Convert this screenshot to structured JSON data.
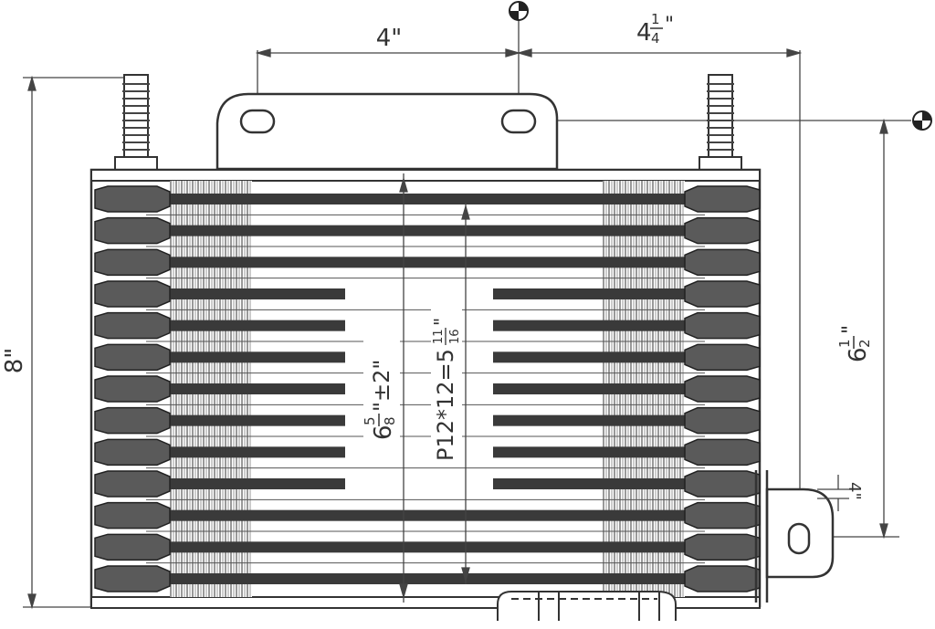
{
  "dimensions": {
    "top_left": "4\"",
    "top_right_whole": "4",
    "top_right_num": "1",
    "top_right_den": "4",
    "top_right_unit": "\"",
    "overall_height": "8\"",
    "right_height_whole": "6",
    "right_height_num": "1",
    "right_height_den": "2",
    "right_height_unit": "\"",
    "core_height_whole": "6",
    "core_height_num": "5",
    "core_height_den": "8",
    "core_height_tol": "\"±2\"",
    "pitch_prefix": "P12*12=5",
    "pitch_num": "11",
    "pitch_den": "16",
    "pitch_unit": "\"",
    "bracket_dim": "4\""
  },
  "core": {
    "tube_count": 13,
    "short_tube_rows": [
      3,
      4,
      5,
      6,
      7,
      8,
      9
    ]
  },
  "icons": [
    "datum-target-icon",
    "datum-target-icon"
  ]
}
